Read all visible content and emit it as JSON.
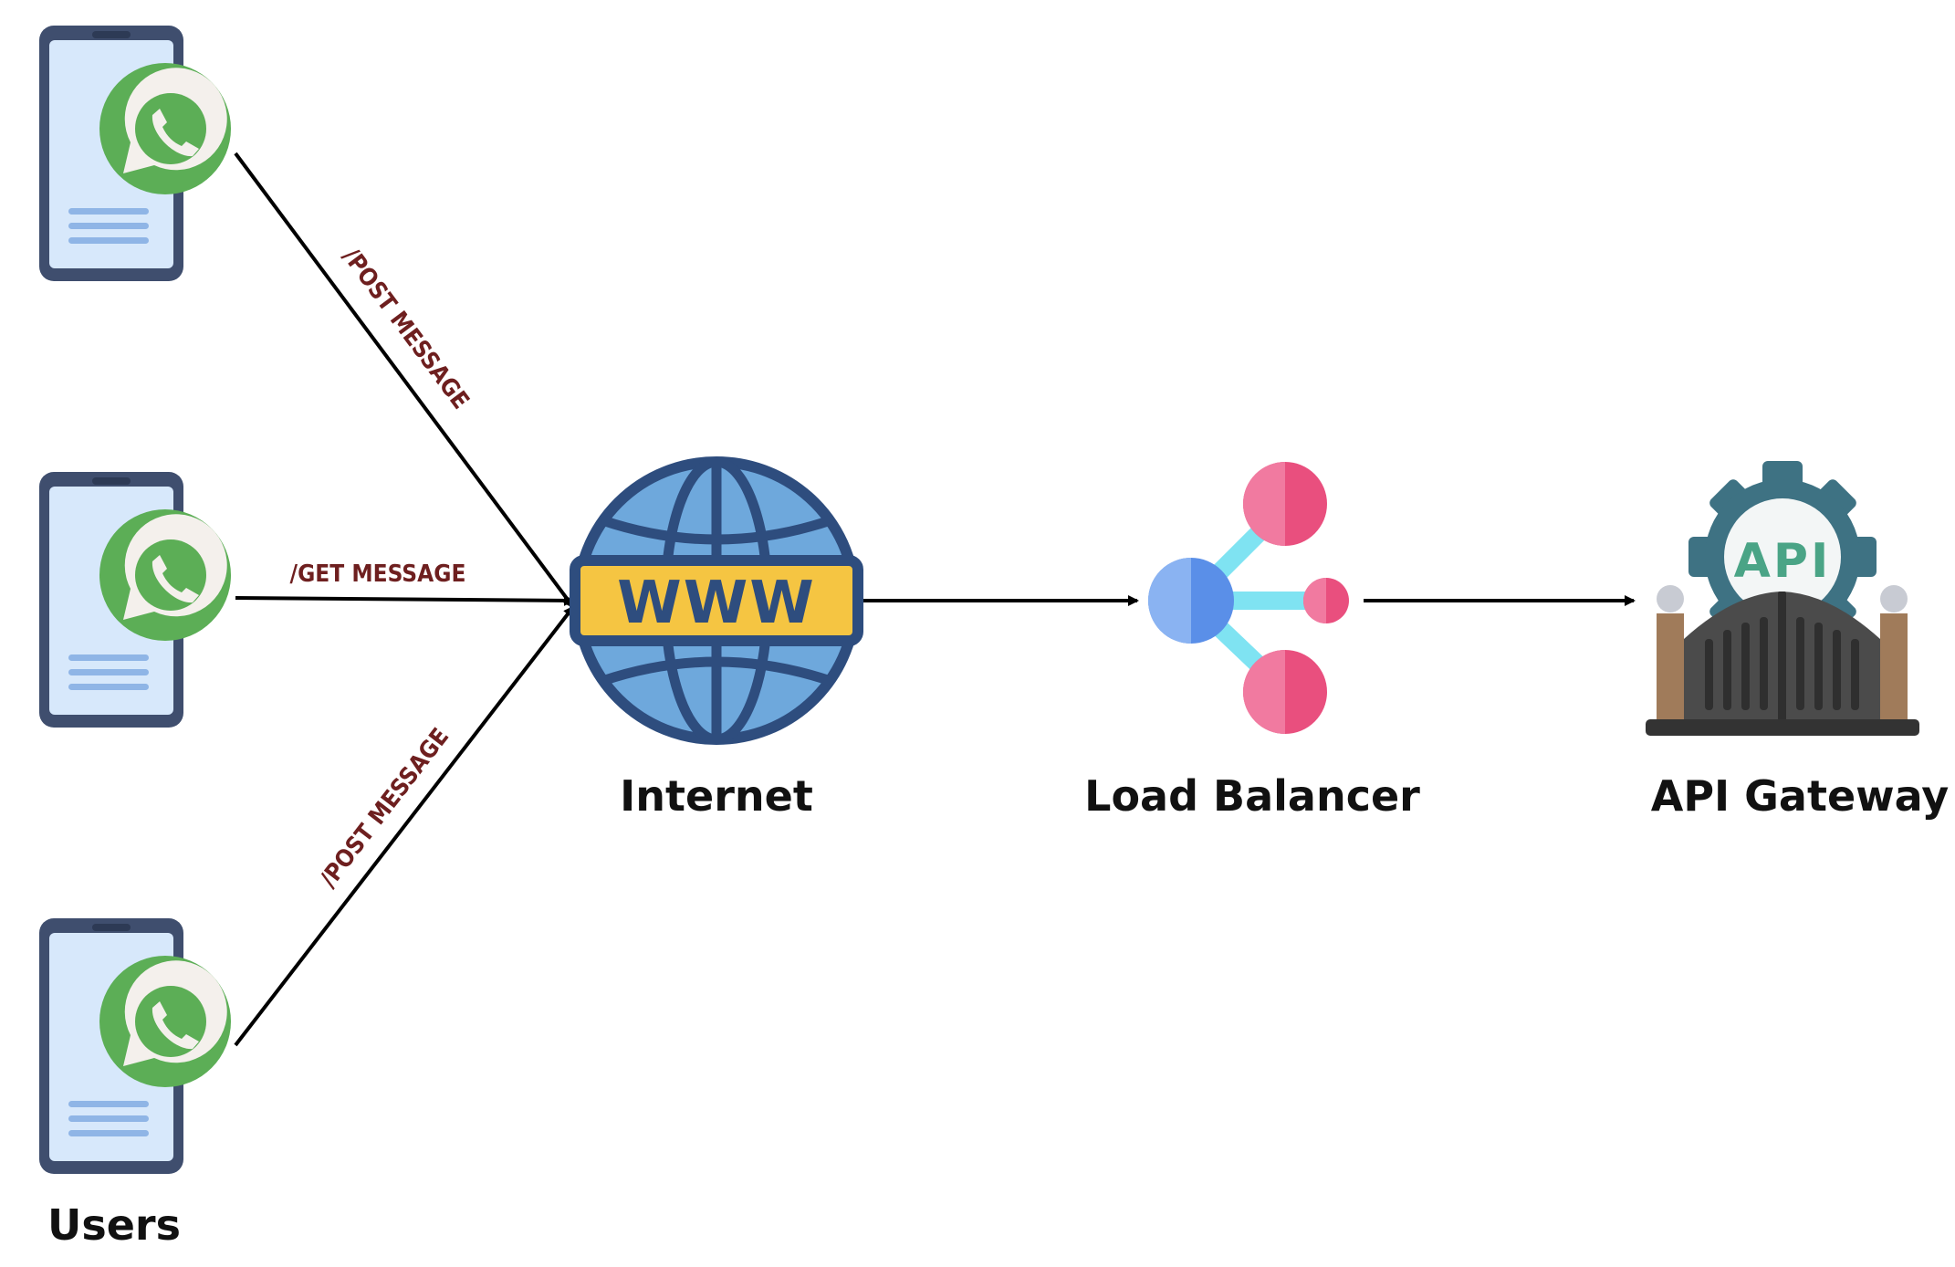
{
  "nodes": {
    "users": {
      "label": "Users",
      "count": 3
    },
    "internet": {
      "label": "Internet",
      "badge_text": "WWW"
    },
    "load_balancer": {
      "label": "Load Balancer"
    },
    "api_gateway": {
      "label": "API Gateway",
      "badge_text": "API"
    }
  },
  "edges": {
    "user1_to_internet": {
      "label": "/POST MESSAGE"
    },
    "user2_to_internet": {
      "label": "/GET MESSAGE"
    },
    "user3_to_internet": {
      "label": "/POST MESSAGE"
    },
    "internet_to_load_balancer": {
      "label": ""
    },
    "load_balancer_to_api_gateway": {
      "label": ""
    }
  },
  "icons": {
    "user_device": "phone-with-whatsapp-icon",
    "internet": "globe-www-icon",
    "load_balancer": "load-balancer-icon",
    "api_gateway": "api-gate-icon"
  },
  "colors": {
    "phone_body": "#3f4e6e",
    "phone_screen": "#d7e8fb",
    "whatsapp_green": "#5cae56",
    "globe_dark": "#2e4d7e",
    "globe_light": "#6ea8dc",
    "www_banner": "#f5c542",
    "lb_blue": "#5a8fe8",
    "lb_pink": "#e94f7e",
    "lb_cyan": "#7fe3f2",
    "gear_teal": "#3e7283",
    "api_text": "#4aa486",
    "gate_dark": "#4b4b4b",
    "pillar_brown": "#a07b5a",
    "edge_label": "#6e1f1f"
  }
}
